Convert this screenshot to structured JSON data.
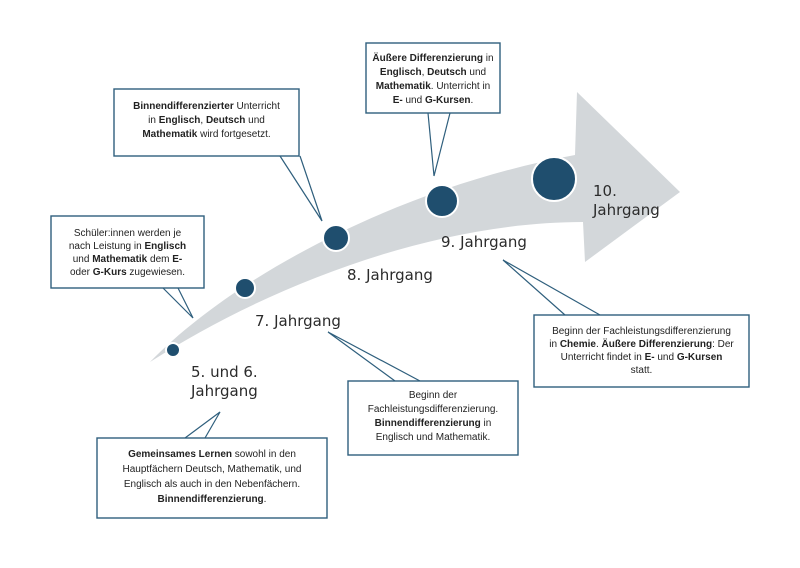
{
  "colors": {
    "arrow_fill": "#d3d7da",
    "dot_fill": "#1f4e6e",
    "dot_stroke": "#ffffff",
    "box_stroke": "#2f5f7d",
    "text": "#222222"
  },
  "stages": {
    "s56": [
      "5. und 6.",
      "Jahrgang"
    ],
    "s7": [
      "7. Jahrgang"
    ],
    "s8": [
      "8. Jahrgang"
    ],
    "s9": [
      "9. Jahrgang"
    ],
    "s10": [
      "10.",
      "Jahrgang"
    ]
  },
  "callouts": {
    "gemeinsam": [
      [
        {
          "t": "Gemeinsames Lernen",
          "b": true
        },
        {
          "t": " sowohl in den"
        }
      ],
      [
        {
          "t": "Hauptfächern Deutsch, Mathematik, und"
        }
      ],
      [
        {
          "t": "Englisch als auch in den Nebenfächern."
        }
      ],
      [
        {
          "t": "Binnendifferenzierung",
          "b": true
        },
        {
          "t": "."
        }
      ]
    ],
    "kurs_zuweisung": [
      [
        {
          "t": "Schüler:innen werden je"
        }
      ],
      [
        {
          "t": "nach Leistung in "
        },
        {
          "t": "Englisch",
          "b": true
        }
      ],
      [
        {
          "t": "und "
        },
        {
          "t": "Mathematik",
          "b": true
        },
        {
          "t": " dem "
        },
        {
          "t": "E-",
          "b": true
        }
      ],
      [
        {
          "t": "oder "
        },
        {
          "t": "G-Kurs",
          "b": true
        },
        {
          "t": " zugewiesen."
        }
      ]
    ],
    "binnen_fortgesetzt": [
      [
        {
          "t": "Binnendifferenzierter",
          "b": true
        },
        {
          "t": " Unterricht"
        }
      ],
      [
        {
          "t": "in "
        },
        {
          "t": "Englisch",
          "b": true
        },
        {
          "t": ", "
        },
        {
          "t": "Deutsch",
          "b": true
        },
        {
          "t": " und"
        }
      ],
      [
        {
          "t": "Mathematik",
          "b": true
        },
        {
          "t": " wird fortgesetzt."
        }
      ]
    ],
    "fachleistung_7": [
      [
        {
          "t": "Beginn der"
        }
      ],
      [
        {
          "t": "Fachleistungsdifferenzierung."
        }
      ],
      [
        {
          "t": "Binnendifferenzierung",
          "b": true
        },
        {
          "t": " in"
        }
      ],
      [
        {
          "t": "Englisch und Mathematik."
        }
      ]
    ],
    "aeussere_8": [
      [
        {
          "t": "Äußere Differenzierung",
          "b": true
        },
        {
          "t": " in"
        }
      ],
      [
        {
          "t": "Englisch",
          "b": true
        },
        {
          "t": ", "
        },
        {
          "t": "Deutsch",
          "b": true
        },
        {
          "t": " und"
        }
      ],
      [
        {
          "t": "Mathematik",
          "b": true
        },
        {
          "t": ". Unterricht in"
        }
      ],
      [
        {
          "t": "E-",
          "b": true
        },
        {
          "t": " und "
        },
        {
          "t": "G-Kursen",
          "b": true
        },
        {
          "t": "."
        }
      ]
    ],
    "chemie_9": [
      [
        {
          "t": "Beginn der Fachleistungsdifferenzierung"
        }
      ],
      [
        {
          "t": "in "
        },
        {
          "t": "Chemie",
          "b": true
        },
        {
          "t": ". "
        },
        {
          "t": "Äußere Differenzierung",
          "b": true
        },
        {
          "t": ": Der"
        }
      ],
      [
        {
          "t": "Unterricht findet in "
        },
        {
          "t": "E-",
          "b": true
        },
        {
          "t": " und "
        },
        {
          "t": "G-Kursen",
          "b": true
        }
      ],
      [
        {
          "t": "statt."
        }
      ]
    ]
  }
}
